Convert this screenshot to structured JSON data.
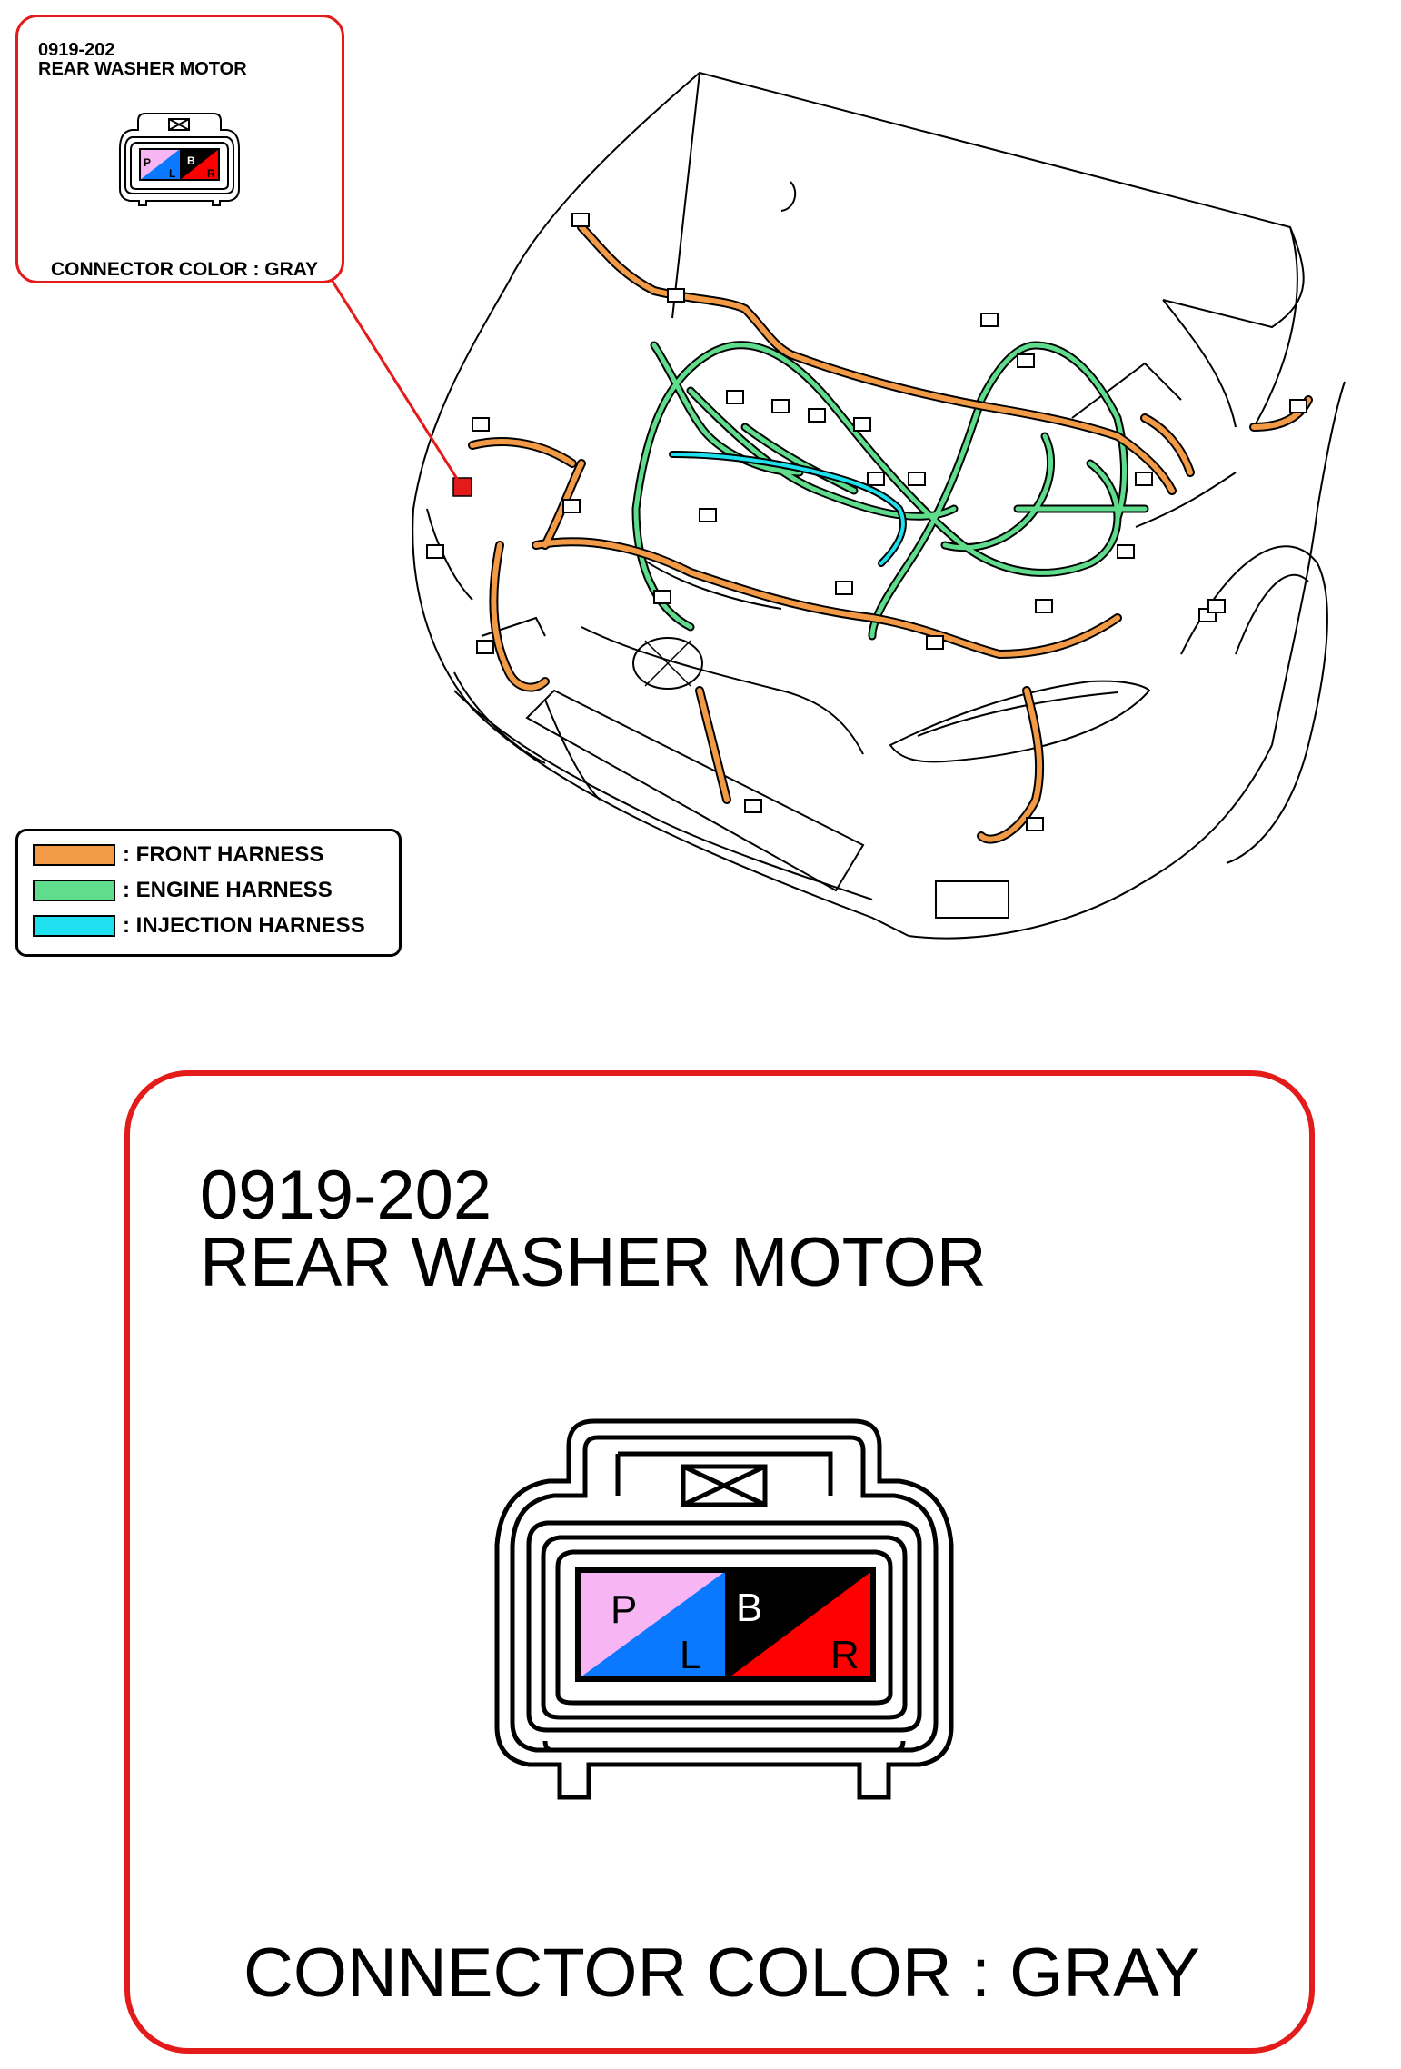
{
  "connector": {
    "code": "0919-202",
    "name": "REAR WASHER MOTOR",
    "color_label": "CONNECTOR COLOR : GRAY",
    "pins": [
      {
        "label": "P",
        "color": "#f7b6f3"
      },
      {
        "label": "L",
        "color": "#0a78ff"
      },
      {
        "label": "B",
        "color": "#000000"
      },
      {
        "label": "R",
        "color": "#ff0000"
      }
    ]
  },
  "legend": {
    "items": [
      {
        "label": ": FRONT HARNESS",
        "color": "#f39a46"
      },
      {
        "label": ": ENGINE HARNESS",
        "color": "#5fdc8c"
      },
      {
        "label": ": INJECTION HARNESS",
        "color": "#1fe0ef"
      }
    ]
  },
  "colors": {
    "callout_border": "#e41b1b",
    "marker": "#e41b1b",
    "front_harness": "#f39a46",
    "engine_harness": "#5fdc8c",
    "injection_harness": "#1fe0ef"
  }
}
